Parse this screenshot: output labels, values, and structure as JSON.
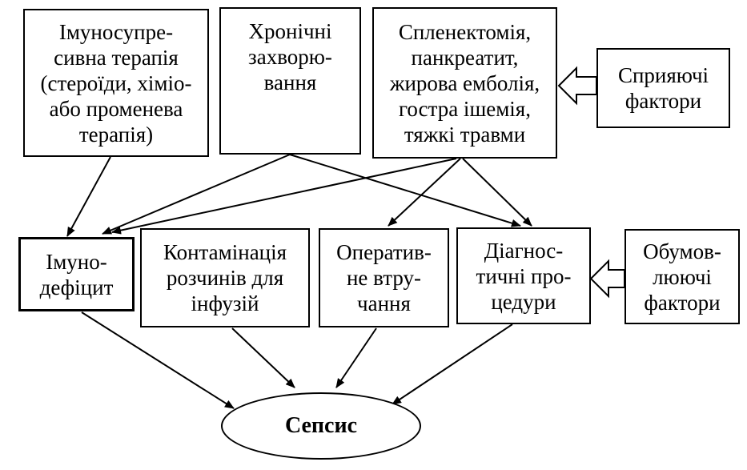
{
  "diagram": {
    "top_row": {
      "immunosuppressive": [
        "Імуносупре-",
        "сивна терапія",
        "(стероїди, хіміо-",
        "або променева",
        "терапія)"
      ],
      "chronic": [
        "Хронічні",
        "захворю-",
        "вання"
      ],
      "splenectomy": [
        "Спленектомія,",
        "панкреатит,",
        "жирова емболія,",
        "гостра ішемія,",
        "тяжкі травми"
      ],
      "predisposing": [
        "Сприяючі",
        "фактори"
      ]
    },
    "middle_row": {
      "immunodeficiency": [
        "Імуно-",
        "дефіцит"
      ],
      "contamination": [
        "Контамінація",
        "розчинів для",
        "інфузій"
      ],
      "surgery": [
        "Оператив-",
        "не втру-",
        "чання"
      ],
      "diagnostic": [
        "Діагнос-",
        "тичні про-",
        "цедури"
      ],
      "determining": [
        "Обумов-",
        "люючі",
        "фактори"
      ]
    },
    "sepsis": "Сепсис"
  }
}
